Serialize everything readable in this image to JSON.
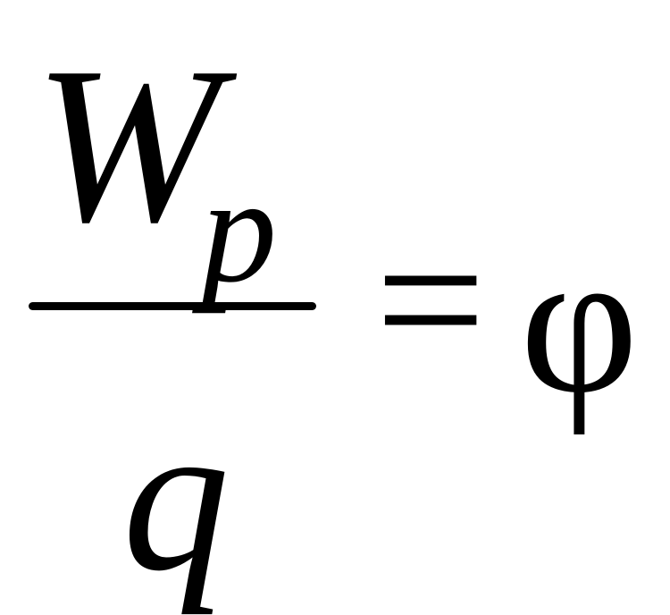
{
  "formula": {
    "numerator_main": "W",
    "numerator_subscript": "p",
    "denominator": "q",
    "equals_sign": "=",
    "rhs": "φ"
  }
}
